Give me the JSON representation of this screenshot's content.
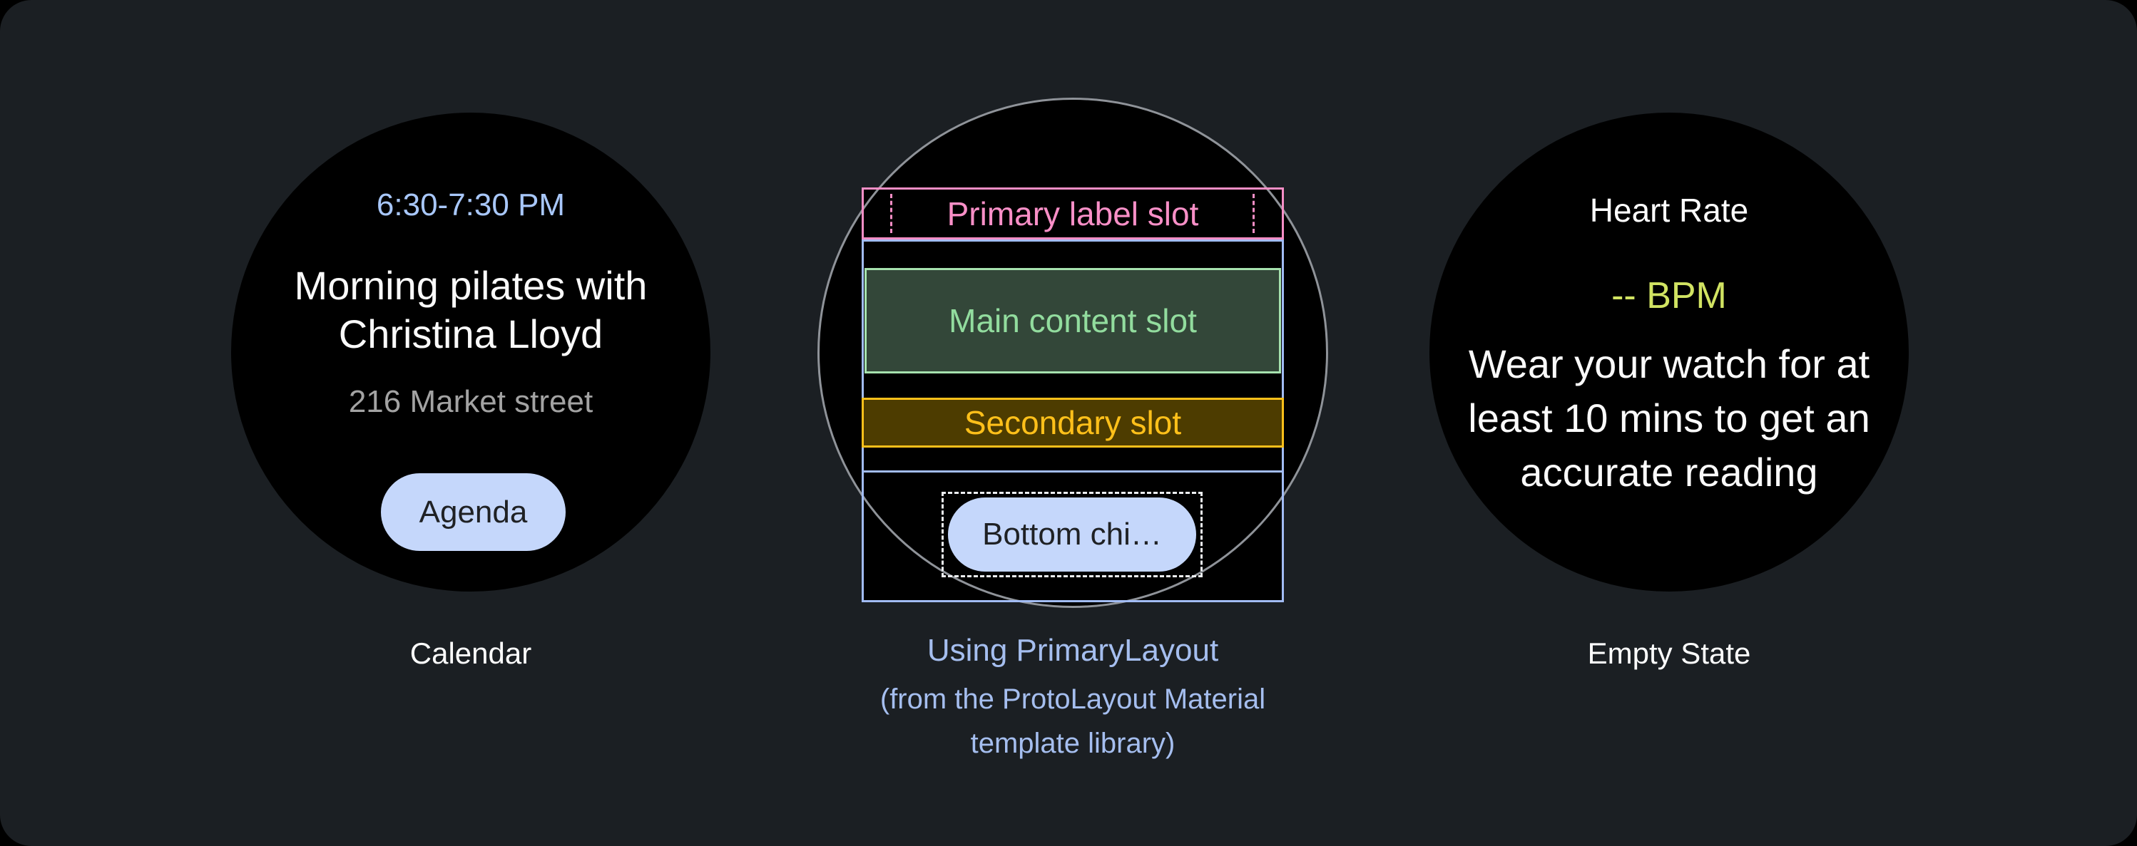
{
  "calendar_watch": {
    "time": "6:30-7:30 PM",
    "title": "Morning pilates with\nChristina Lloyd",
    "location": "216 Market street",
    "chip_label": "Agenda",
    "caption": "Calendar"
  },
  "diagram_watch": {
    "primary_label_slot": "Primary label slot",
    "main_content_slot": "Main content slot",
    "secondary_slot": "Secondary slot",
    "bottom_chip_label": "Bottom chi…",
    "caption_title": "Using PrimaryLayout",
    "caption_subtitle": "(from the ProtoLayout Material\ntemplate library)"
  },
  "empty_state_watch": {
    "title": "Heart Rate",
    "bpm_value": "-- BPM",
    "body": "Wear your watch for at\nleast 10 mins to get an\naccurate reading",
    "caption": "Empty State"
  },
  "colors": {
    "card_background": "#1B1F23",
    "watch_background": "#000000",
    "time_text_blue": "#A8C7FA",
    "location_gray": "#A3A3A3",
    "chip_background": "#C5D7FB",
    "chip_text": "#1F2124",
    "primary_slot_pink": "#F88EC6",
    "main_slot_border_green": "#A6E2AE",
    "main_slot_fill_green": "#334739",
    "main_slot_text_green": "#92DC9E",
    "secondary_slot_gold": "#FFC01A",
    "secondary_slot_fill": "#4D3C00",
    "layout_outline_blue": "#A2BCF4",
    "bottom_chip_bounds_dash": "#EDEFF2",
    "watch_ring_gray": "#8F9399",
    "bpm_lime": "#D1E362",
    "caption_blue": "#A5BEEF",
    "caption_white": "#FCFCFC"
  }
}
